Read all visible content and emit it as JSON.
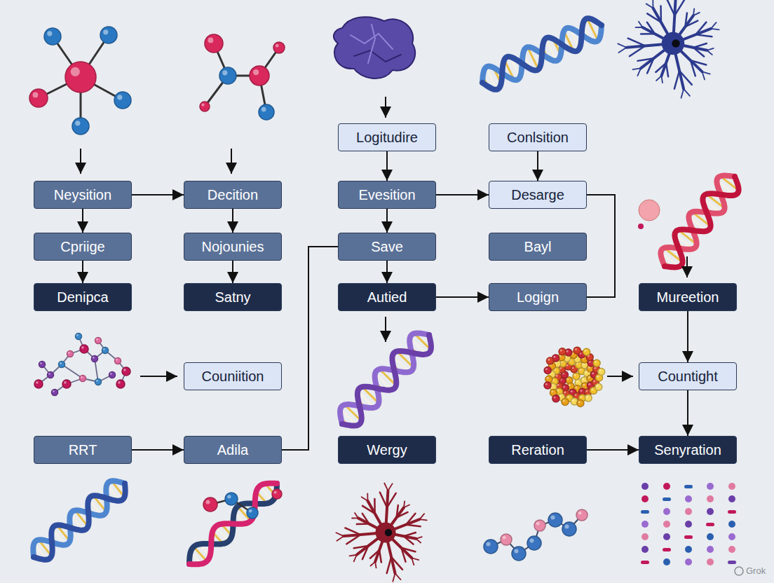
{
  "diagram": {
    "nodes": [
      {
        "text": [
          "Logitudire"
        ]
      },
      {
        "text": [
          "Conlsition"
        ]
      },
      {
        "text": [
          "Neysition"
        ]
      },
      {
        "text": [
          "Decition"
        ]
      },
      {
        "text": [
          "Evesition"
        ]
      },
      {
        "text": [
          "Desarge"
        ]
      },
      {
        "text": [
          "Cpriige"
        ]
      },
      {
        "text": [
          "Nojounies"
        ]
      },
      {
        "text": [
          "Save"
        ]
      },
      {
        "text": [
          "Bayl"
        ]
      },
      {
        "text": [
          "Denipca"
        ]
      },
      {
        "text": [
          "Satny"
        ]
      },
      {
        "text": [
          "Autied"
        ]
      },
      {
        "text": [
          "Logign"
        ]
      },
      {
        "text": [
          "Mureetion"
        ]
      },
      {
        "text": [
          "Couniition"
        ]
      },
      {
        "text": [
          "Countight"
        ]
      },
      {
        "text": [
          "RRT"
        ]
      },
      {
        "text": [
          "Adila"
        ]
      },
      {
        "text": [
          "Wergy"
        ]
      },
      {
        "text": [
          "Reration"
        ]
      },
      {
        "text": [
          "Senyration"
        ]
      }
    ],
    "edges": [
      {
        "from": 2,
        "to": 3,
        "arrow": "to"
      },
      {
        "from": 2,
        "to": 6,
        "arrow": "to"
      },
      {
        "from": 6,
        "to": 10,
        "arrow": "to"
      },
      {
        "from": 3,
        "to": 7,
        "arrow": "to"
      },
      {
        "from": 7,
        "to": 11,
        "arrow": "to"
      },
      {
        "from": 0,
        "to": 4,
        "arrow": "to"
      },
      {
        "from": 4,
        "to": 8,
        "arrow": "to"
      },
      {
        "from": 8,
        "to": 12,
        "arrow": "to"
      },
      {
        "from": 4,
        "to": 5,
        "arrow": "to"
      },
      {
        "from": 1,
        "to": 5,
        "arrow": "to"
      },
      {
        "from": 5,
        "to": 13,
        "arrow": "none"
      },
      {
        "from": 12,
        "to": 13,
        "arrow": "to"
      },
      {
        "from": 18,
        "to": 8,
        "arrow": "none"
      },
      {
        "from": 17,
        "to": 18,
        "arrow": "to"
      },
      {
        "from": 14,
        "to": 16,
        "arrow": "to"
      },
      {
        "from": 16,
        "to": 21,
        "arrow": "to"
      },
      {
        "from": 20,
        "to": 21,
        "arrow": "to"
      }
    ],
    "labels": [
      "Grok"
    ]
  }
}
